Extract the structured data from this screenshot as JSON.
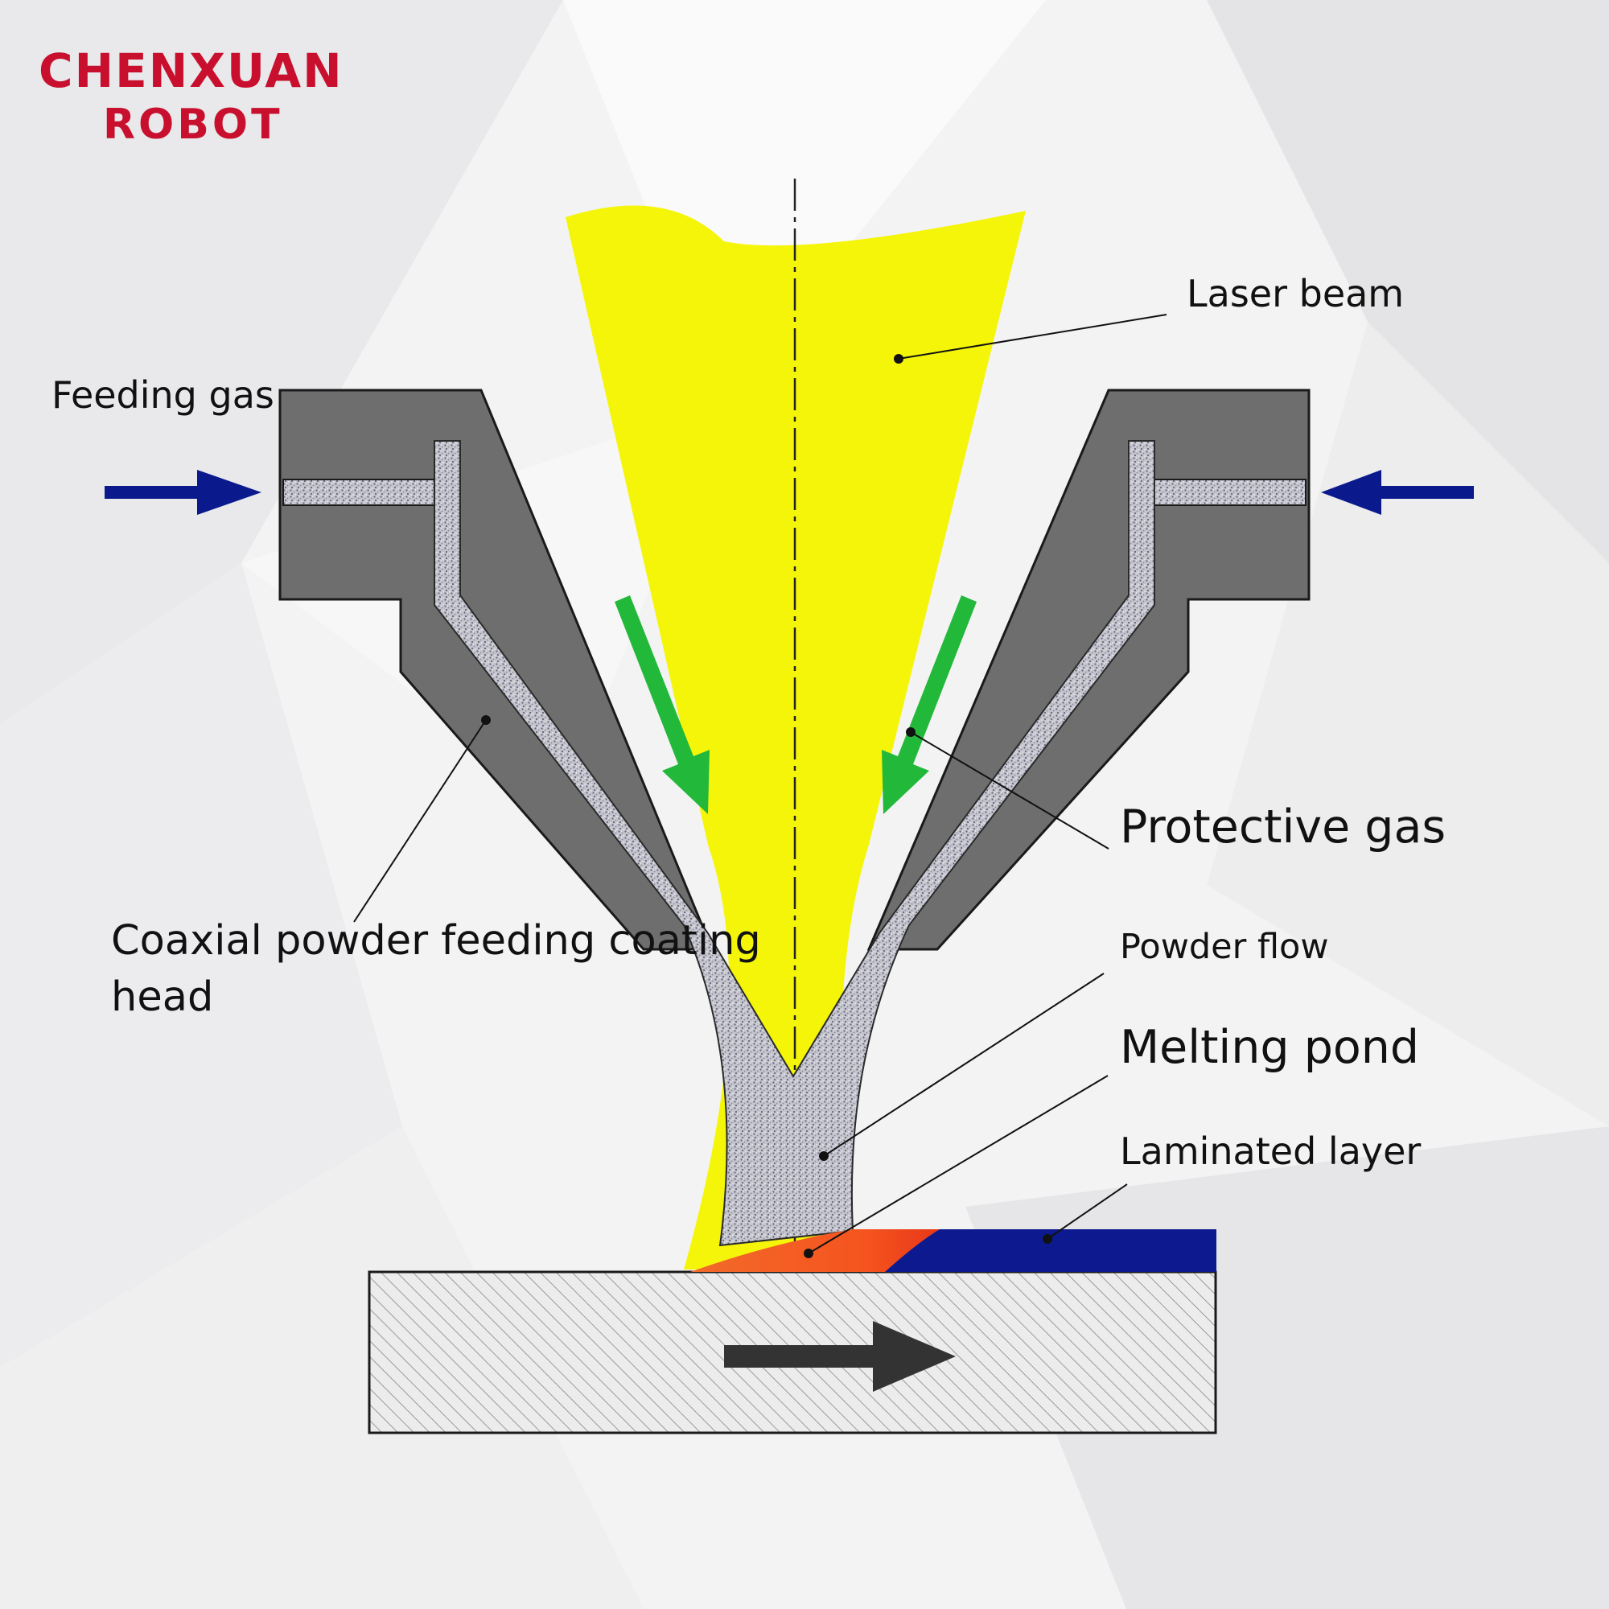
{
  "brand": {
    "line1": "CHENXUAN",
    "line2": "ROBOT",
    "color": "#c8102e"
  },
  "labels": {
    "laser_beam": "Laser beam",
    "feeding_gas": "Feeding gas",
    "protective_gas": "Protective gas",
    "powder_flow": "Powder flow",
    "melting_pond": "Melting pond",
    "laminated_layer": "Laminated layer",
    "coating_head_line1": "Coaxial powder feeding coating",
    "coating_head_line2": "head"
  },
  "colors": {
    "laser": "#f5f50a",
    "nozzle": "#6e6e6e",
    "powder": "#b8b8c4",
    "gas_arrow": "#22b83a",
    "feed_arrow": "#0a1a8c",
    "melt_pond": "#f05a22",
    "laminated_layer": "#0d1a8f",
    "substrate": "#e8e8e8"
  }
}
